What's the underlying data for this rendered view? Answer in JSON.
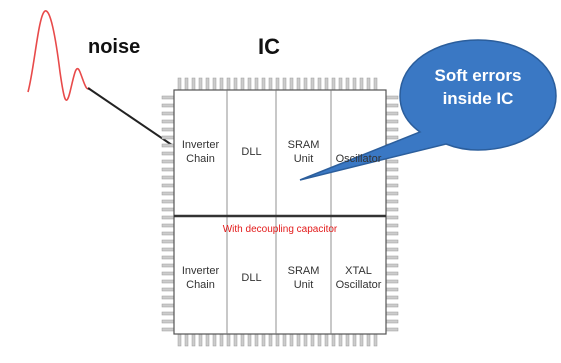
{
  "diagram": {
    "noise_label": "noise",
    "ic_label": "IC",
    "callout": {
      "line1": "Soft errors",
      "line2": "inside IC"
    },
    "divider_label": "With decoupling capacitor",
    "top_row": [
      {
        "line1": "Inverter",
        "line2": "Chain"
      },
      {
        "line1": "DLL",
        "line2": ""
      },
      {
        "line1": "SRAM",
        "line2": "Unit"
      },
      {
        "line1": "Oscillator",
        "line2": ""
      }
    ],
    "bottom_row": [
      {
        "line1": "Inverter",
        "line2": "Chain"
      },
      {
        "line1": "DLL",
        "line2": ""
      },
      {
        "line1": "SRAM",
        "line2": "Unit"
      },
      {
        "line1": "XTAL",
        "line2": "Oscillator"
      }
    ],
    "colors": {
      "noise_wave": "#e84a4a",
      "callout_fill": "#3a78c4",
      "divider_text": "#e31b1b",
      "chip_border": "#555555"
    }
  }
}
